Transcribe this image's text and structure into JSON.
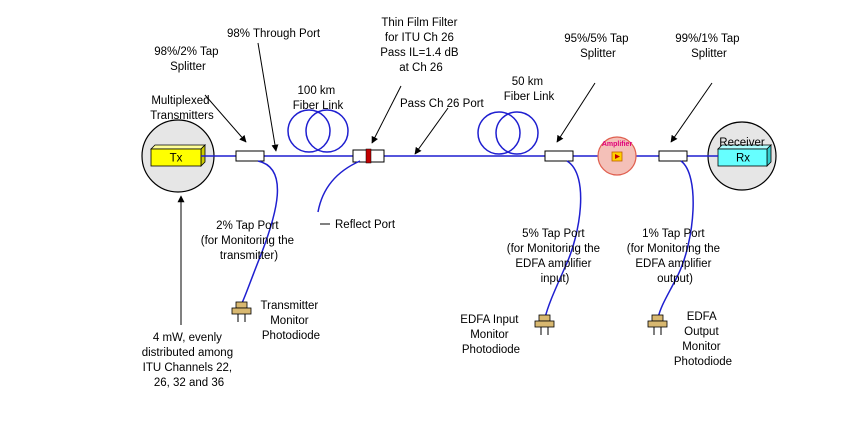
{
  "colors": {
    "fiber": "#1f1fd0",
    "tx_box": "#ffff00",
    "rx_box": "#66ffff",
    "filter_red": "#c00000",
    "amp_circle": "#f4c0b8",
    "amp_label": "#e0007a",
    "photodiode": "#d8b870"
  },
  "labels": {
    "through_port": "98% Through Port",
    "tap98": [
      "98%/2% Tap",
      "Splitter"
    ],
    "fiber100": [
      "100 km",
      "Fiber Link"
    ],
    "filter": [
      "Thin Film Filter",
      "for ITU Ch 26",
      "Pass IL=1.4 dB",
      "at Ch 26"
    ],
    "pass_port": "Pass Ch 26 Port",
    "fiber50": [
      "50 km",
      "Fiber Link"
    ],
    "tap95": [
      "95%/5% Tap",
      "Splitter"
    ],
    "tap99": [
      "99%/1% Tap",
      "Splitter"
    ],
    "mux_tx": [
      "Multiplexed",
      "Transmitters"
    ],
    "tx": "Tx",
    "receiver": "Receiver",
    "rx": "Rx",
    "amplifier": "Amplifier",
    "reflect_port": "Reflect Port",
    "tap2_port": [
      "2% Tap Port",
      "(for Monitoring the",
      "transmitter)"
    ],
    "tap5_port": [
      "5% Tap Port",
      "(for Monitoring the",
      "EDFA amplifier",
      "input)"
    ],
    "tap1_port": [
      "1% Tap Port",
      "(for Monitoring the",
      "EDFA amplifier",
      "output)"
    ],
    "tx_monitor": [
      "Transmitter",
      "Monitor",
      "Photodiode"
    ],
    "edfa_in_monitor": [
      "EDFA Input",
      "Monitor",
      "Photodiode"
    ],
    "edfa_out_monitor": [
      "EDFA",
      "Output",
      "Monitor",
      "Photodiode"
    ],
    "power_note": [
      "4 mW, evenly",
      "distributed among",
      "ITU Channels 22,",
      "26, 32 and 36"
    ]
  }
}
